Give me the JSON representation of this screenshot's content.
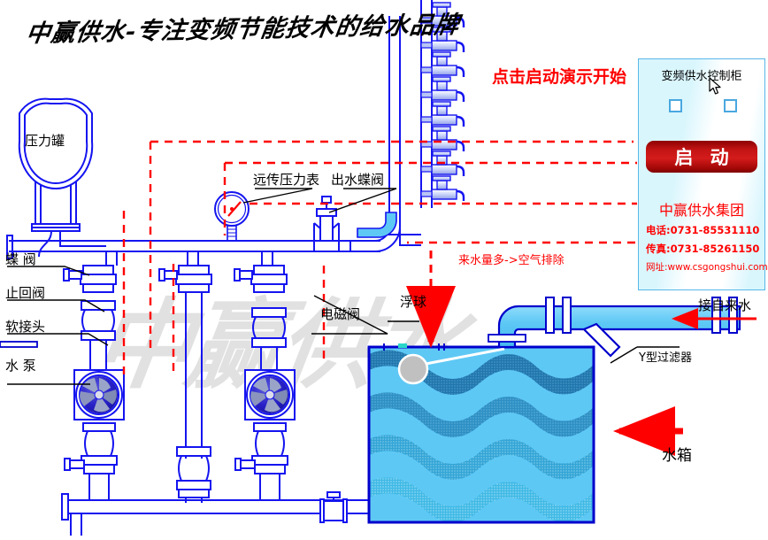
{
  "page": {
    "title": "中赢供水-专注变频节能技术的给水品牌",
    "watermark": "中赢供水"
  },
  "hint": {
    "text": "点击启动演示开始"
  },
  "cabinet": {
    "title": "变频供水控制柜",
    "start_button": "启 动",
    "brand": "中赢供水集团",
    "tel": "电话:0731-85531110",
    "fax": "传真:0731-85261150",
    "web": "网址:www.csgongshui.com",
    "indicator_color": "#4aa8e0",
    "button_color": "#b51111",
    "panel_color": "#d9f6fd"
  },
  "labels": {
    "pressure_tank": "压力罐",
    "butterfly_valve": "蝶 阀",
    "check_valve": "止回阀",
    "flex_joint": "软接头",
    "water_pump": "水 泵",
    "remote_gauge": "远传压力表",
    "outlet_butterfly_valve": "出水蝶阀",
    "solenoid_valve": "电磁阀",
    "float_ball": "浮球",
    "air_exhaust": "来水量多->空气排除",
    "tap_water_inlet": "接自来水",
    "y_filter": "Y型过滤器",
    "water_tank": "水箱"
  },
  "colors": {
    "pipe_blue": "#1414f0",
    "water_light": "#5ec8f5",
    "water_mid": "#2a9fd6",
    "water_dark": "#2176ad",
    "control_red": "#ff0000",
    "float_grey": "#c0c0c0"
  },
  "diagram": {
    "faucet_count": 8,
    "pump_count": 2,
    "riser_count": 3,
    "tank_wave_count": 4
  }
}
